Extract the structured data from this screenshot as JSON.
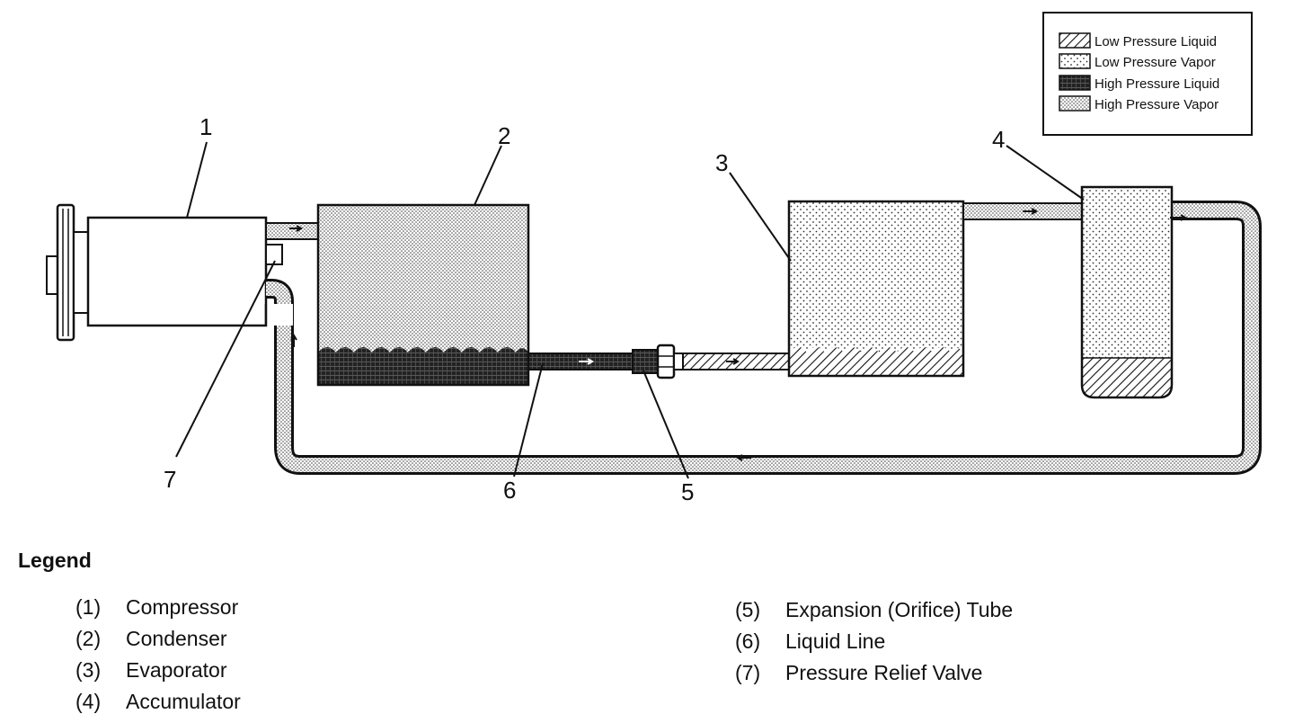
{
  "key": {
    "items": [
      {
        "label": "Low Pressure Liquid",
        "pattern": "hatch"
      },
      {
        "label": "Low Pressure Vapor",
        "pattern": "sparse-dots"
      },
      {
        "label": "High Pressure Liquid",
        "pattern": "dark"
      },
      {
        "label": "High Pressure Vapor",
        "pattern": "dense-dots"
      }
    ]
  },
  "callouts": [
    "1",
    "2",
    "3",
    "4",
    "5",
    "6",
    "7"
  ],
  "legend": {
    "title": "Legend",
    "items": [
      {
        "num": "(1)",
        "label": "Compressor"
      },
      {
        "num": "(2)",
        "label": "Condenser"
      },
      {
        "num": "(3)",
        "label": "Evaporator"
      },
      {
        "num": "(4)",
        "label": "Accumulator"
      },
      {
        "num": "(5)",
        "label": "Expansion (Orifice) Tube"
      },
      {
        "num": "(6)",
        "label": "Liquid Line"
      },
      {
        "num": "(7)",
        "label": "Pressure Relief Valve"
      }
    ]
  },
  "colors": {
    "ink": "#111111",
    "paper": "#ffffff",
    "vapor_dot": "#444444"
  }
}
